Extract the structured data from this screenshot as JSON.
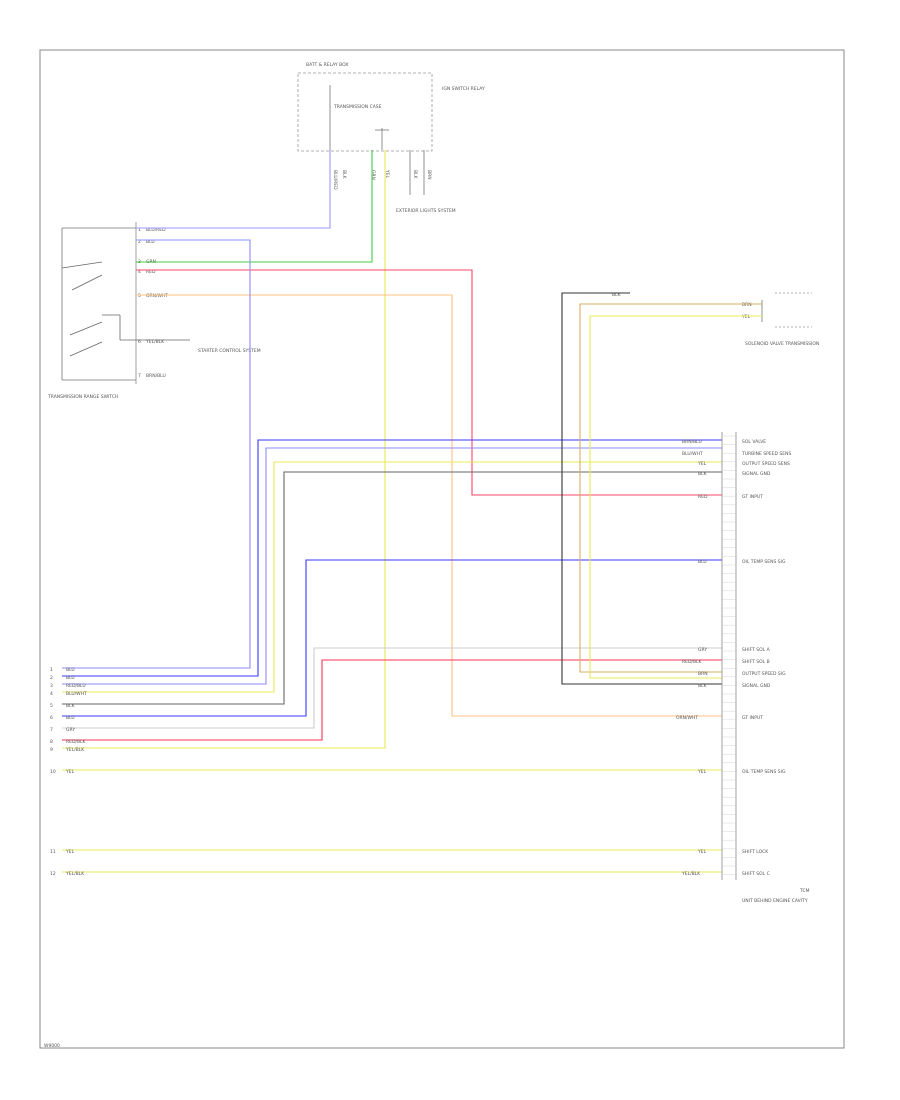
{
  "diagram": {
    "footer_code": "W9000",
    "wire_colors": {
      "blue": "#3a3aff",
      "light_blue": "#8c8cff",
      "green": "#44cc44",
      "red": "#ff3355",
      "orange": "#ffb37a",
      "yellow": "#ffff55",
      "dark": "#333333",
      "gray": "#aaaaaa"
    },
    "top_component": {
      "title": "BATT & RELAY BOX",
      "sublabel": "TRANSMISSION CASE",
      "side_note": "IGN SWITCH RELAY",
      "ground_note": "EXTERIOR LIGHTS SYSTEM",
      "pins": [
        "BLU/RED",
        "BLK",
        "GRN",
        "YEL",
        "BLK",
        "BRN"
      ]
    },
    "range_switch": {
      "title": "TRANSMISSION RANGE SWITCH",
      "note": "STARTER CONTROL SYSTEM",
      "pins": [
        {
          "num": "1",
          "wire": "BLU/RED"
        },
        {
          "num": "2",
          "wire": "BLU"
        },
        {
          "num": "3",
          "wire": "GRN"
        },
        {
          "num": "4",
          "wire": "RED"
        },
        {
          "num": "5",
          "wire": "ORN/WHT"
        },
        {
          "num": "6",
          "wire": "YEL/BLK"
        },
        {
          "num": "7",
          "wire": "BRN/BLU"
        }
      ]
    },
    "solenoid": {
      "title": "SOLENOID VALVE TRANSMISSION",
      "wires": [
        "BRN",
        "YEL"
      ],
      "top_wire": "BLK"
    },
    "connector_left": {
      "rows": [
        {
          "pin": "1",
          "wire": "BLU"
        },
        {
          "pin": "2",
          "wire": "BLU"
        },
        {
          "pin": "3",
          "wire": "RED/BLU"
        },
        {
          "pin": "4",
          "wire": "BLU/WHT"
        },
        {
          "pin": "5",
          "wire": "BLK"
        },
        {
          "pin": "6",
          "wire": "BLU"
        },
        {
          "pin": "7",
          "wire": "GRY"
        },
        {
          "pin": "8",
          "wire": "RED/BLK"
        },
        {
          "pin": "9",
          "wire": "YEL/BLK"
        },
        {
          "pin": "10",
          "wire": "YEL"
        },
        {
          "pin": "11",
          "wire": "YEL"
        },
        {
          "pin": "12",
          "wire": "YEL/BLK"
        }
      ]
    },
    "module": {
      "title": "TCM",
      "subtitle": "UNIT BEHIND ENGINE CAVITY",
      "pins": [
        {
          "wire": "BRN/BLU",
          "label": "SOL VALVE"
        },
        {
          "wire": "BLU/WHT",
          "label": "TURBINE SPEED SENS"
        },
        {
          "wire": "YEL",
          "label": "OUTPUT SPEED SENS"
        },
        {
          "wire": "BLK",
          "label": "SIGNAL GND"
        },
        {
          "wire": "RED",
          "label": "GT INPUT"
        },
        {
          "wire": "BLU",
          "label": "OIL TEMP SENS SIG"
        },
        {
          "wire": "GRY",
          "label": "SHIFT SOL A"
        },
        {
          "wire": "RED/BLK",
          "label": "SHIFT SOL B"
        },
        {
          "wire": "BRN",
          "label": "OUTPUT SPEED SIG"
        },
        {
          "wire": "BLK",
          "label": "SIGNAL GND"
        },
        {
          "wire": "ORN/WHT",
          "label": "GT INPUT"
        },
        {
          "wire": "YEL",
          "label": "OIL TEMP SENS SIG"
        },
        {
          "wire": "YEL",
          "label": "SHIFT LOCK"
        },
        {
          "wire": "YEL/BLK",
          "label": "SHIFT SOL C"
        }
      ]
    }
  }
}
